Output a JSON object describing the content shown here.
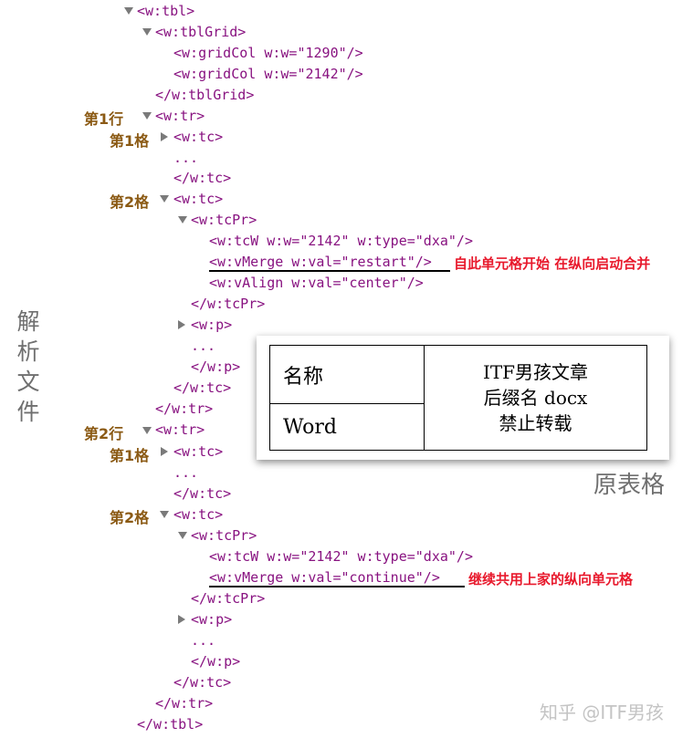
{
  "xml_lines": {
    "l1": "<w:tbl>",
    "l2": "<w:tblGrid>",
    "l3": "<w:gridCol w:w=\"1290\"/>",
    "l4": "<w:gridCol w:w=\"2142\"/>",
    "l5": "</w:tblGrid>",
    "l6": "<w:tr>",
    "l7": "<w:tc>",
    "l8": "...",
    "l9": "</w:tc>",
    "l10": "<w:tc>",
    "l11": "<w:tcPr>",
    "l12": "<w:tcW w:w=\"2142\" w:type=\"dxa\"/>",
    "l13": "<w:vMerge w:val=\"restart\"/>",
    "l14": "<w:vAlign w:val=\"center\"/>",
    "l15": "</w:tcPr>",
    "l16": "<w:p>",
    "l17": "...",
    "l18": "</w:p>",
    "l19": "</w:tc>",
    "l20": "</w:tr>",
    "l21": "<w:tr>",
    "l22": "<w:tc>",
    "l23": "...",
    "l24": "</w:tc>",
    "l25": "<w:tc>",
    "l26": "<w:tcPr>",
    "l27": "<w:tcW w:w=\"2142\" w:type=\"dxa\"/>",
    "l28": "<w:vMerge w:val=\"continue\"/>",
    "l29": "</w:tcPr>",
    "l30": "<w:p>",
    "l31": "...",
    "l32": "</w:p>",
    "l33": "</w:tc>",
    "l34": "</w:tr>",
    "l35": "</w:tbl>"
  },
  "labels": {
    "row1": "第1行",
    "row1_cell1": "第1格",
    "row1_cell2": "第2格",
    "row2": "第2行",
    "row2_cell1": "第1格",
    "row2_cell2": "第2格"
  },
  "notes": {
    "restart": "自此单元格开始 在纵向启动合并",
    "continue": "继续共用上家的纵向单元格"
  },
  "side_title": [
    "解",
    "析",
    "文",
    "件"
  ],
  "table_preview": {
    "r1c1": "名称",
    "r2c1": "Word",
    "merged_lines": [
      "ITF男孩文章",
      "后缀名 docx",
      "禁止转载"
    ]
  },
  "caption": "原表格",
  "watermark": "知乎 @ITF男孩",
  "colors": {
    "tag": "#881280",
    "note": "#e8192c",
    "label": "#8b5a14"
  }
}
